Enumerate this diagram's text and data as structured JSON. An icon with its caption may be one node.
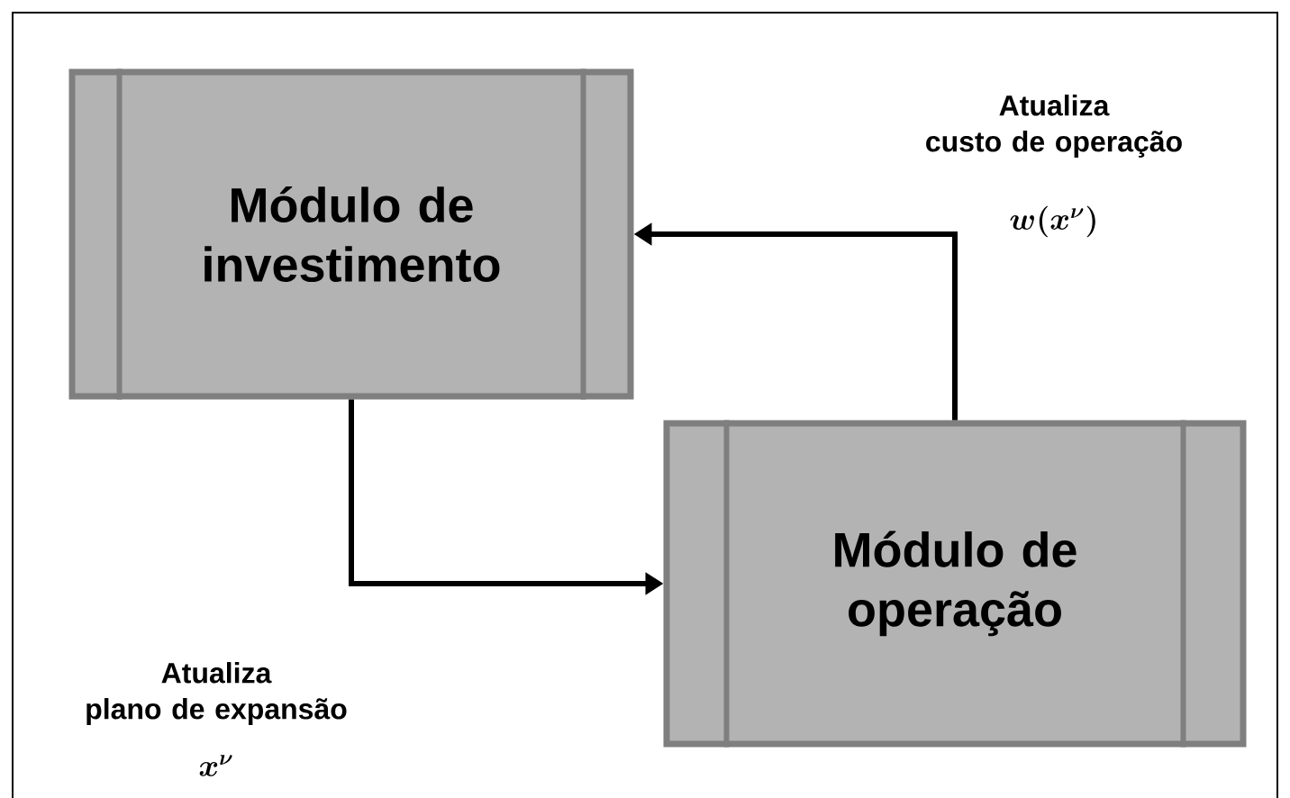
{
  "diagram": {
    "nodes": [
      {
        "text": [
          "Módulo de investimento"
        ]
      },
      {
        "text": [
          "Módulo de operação"
        ]
      }
    ],
    "edges": [
      {
        "from": 0,
        "to": 1,
        "arrow": "to",
        "label": "Atualiza plano de expansão"
      },
      {
        "from": 1,
        "to": 0,
        "arrow": "to",
        "label": "Atualiza custo de operação"
      }
    ],
    "labels": [
      "x^{\\nu}",
      "w(x^{\\nu})"
    ]
  }
}
